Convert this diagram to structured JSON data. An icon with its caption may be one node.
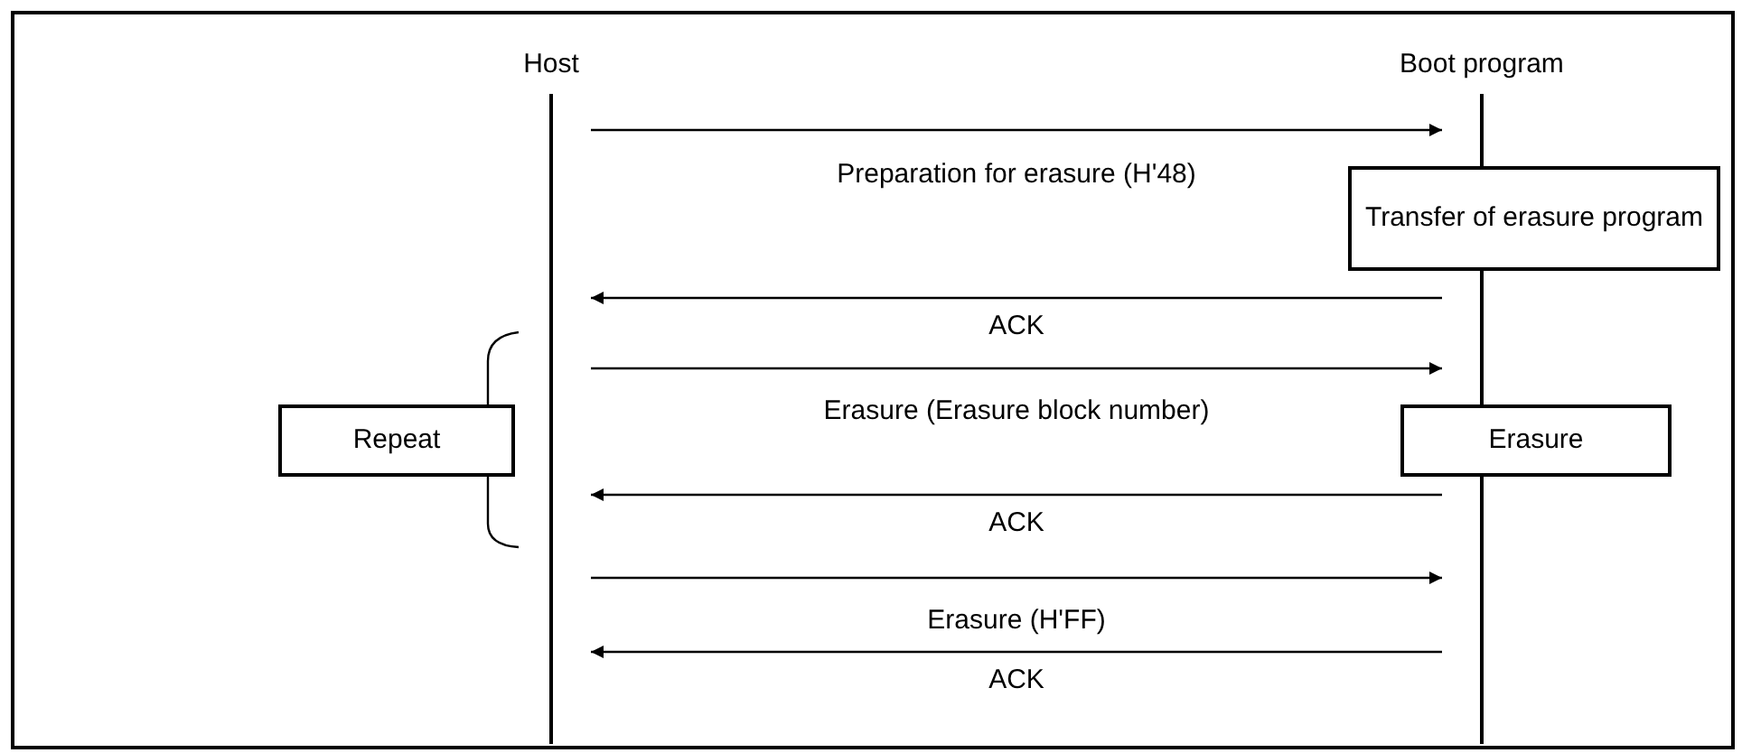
{
  "diagram": {
    "nodes": [
      {
        "text": [
          "Host"
        ]
      },
      {
        "text": [
          "Boot program"
        ]
      },
      {
        "text": [
          "Transfer of erasure program"
        ]
      },
      {
        "text": [
          "Repeat"
        ]
      },
      {
        "text": [
          "Erasure"
        ]
      }
    ],
    "edges": [
      {
        "from": 0,
        "to": 1,
        "arrow": "to",
        "label": "Preparation for erasure (H'48)"
      },
      {
        "from": 1,
        "to": 0,
        "arrow": "to",
        "label": "ACK"
      },
      {
        "from": 0,
        "to": 1,
        "arrow": "to",
        "label": "Erasure (Erasure block number)"
      },
      {
        "from": 1,
        "to": 0,
        "arrow": "to",
        "label": "ACK"
      },
      {
        "from": 0,
        "to": 1,
        "arrow": "to",
        "label": "Erasure (H'FF)"
      },
      {
        "from": 1,
        "to": 0,
        "arrow": "to",
        "label": "ACK"
      }
    ]
  }
}
